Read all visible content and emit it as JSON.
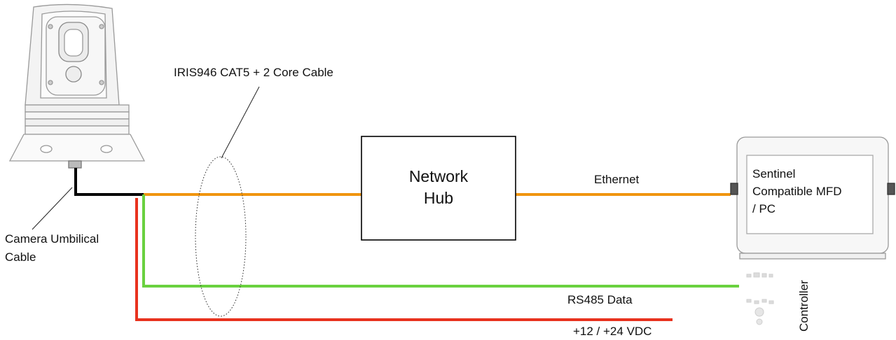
{
  "labels": {
    "cable_callout": "IRIS946 CAT5 + 2 Core Cable",
    "umbilical_line1": "Camera Umbilical",
    "umbilical_line2": "Cable",
    "ethernet": "Ethernet",
    "rs485": "RS485 Data",
    "power": "+12 / +24 VDC",
    "controller": "Controller"
  },
  "hub": {
    "line1": "Network",
    "line2": "Hub"
  },
  "mfd": {
    "line1": "Sentinel",
    "line2": "Compatible MFD",
    "line3": "/ PC"
  },
  "colors": {
    "ethernet": "#f0950f",
    "rs485": "#6ad13f",
    "power": "#e8321e",
    "umbilical": "#000000"
  }
}
